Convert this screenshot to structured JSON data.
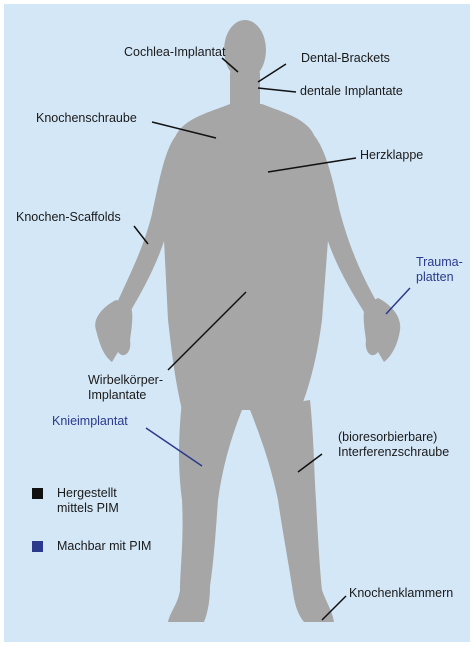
{
  "labels": {
    "cochlea": "Cochlea-Implantat",
    "dental_brackets": "Dental-Brackets",
    "dental_implants": "dentale Implantate",
    "bone_screw": "Knochenschraube",
    "heart_valve": "Herzklappe",
    "bone_scaffolds": "Knochen-Scaffolds",
    "trauma_plates": "Trauma-\nplatten",
    "vertebral_implants": "Wirbelkörper-\nImplantate",
    "knee_implant": "Knieimplantat",
    "interference_screw": "(bioresorbierbare)\nInterferenzschraube",
    "bone_staples": "Knochenklammern"
  },
  "legend": [
    {
      "label": "Hergestellt\nmittels PIM",
      "color": "#111111"
    },
    {
      "label": "Machbar mit PIM",
      "color": "#2b3a8c"
    }
  ],
  "colors": {
    "background": "#d4e7f7",
    "body": "#a6a6a6",
    "made_with_pim": "#111111",
    "feasible_with_pim": "#2b3a8c"
  }
}
